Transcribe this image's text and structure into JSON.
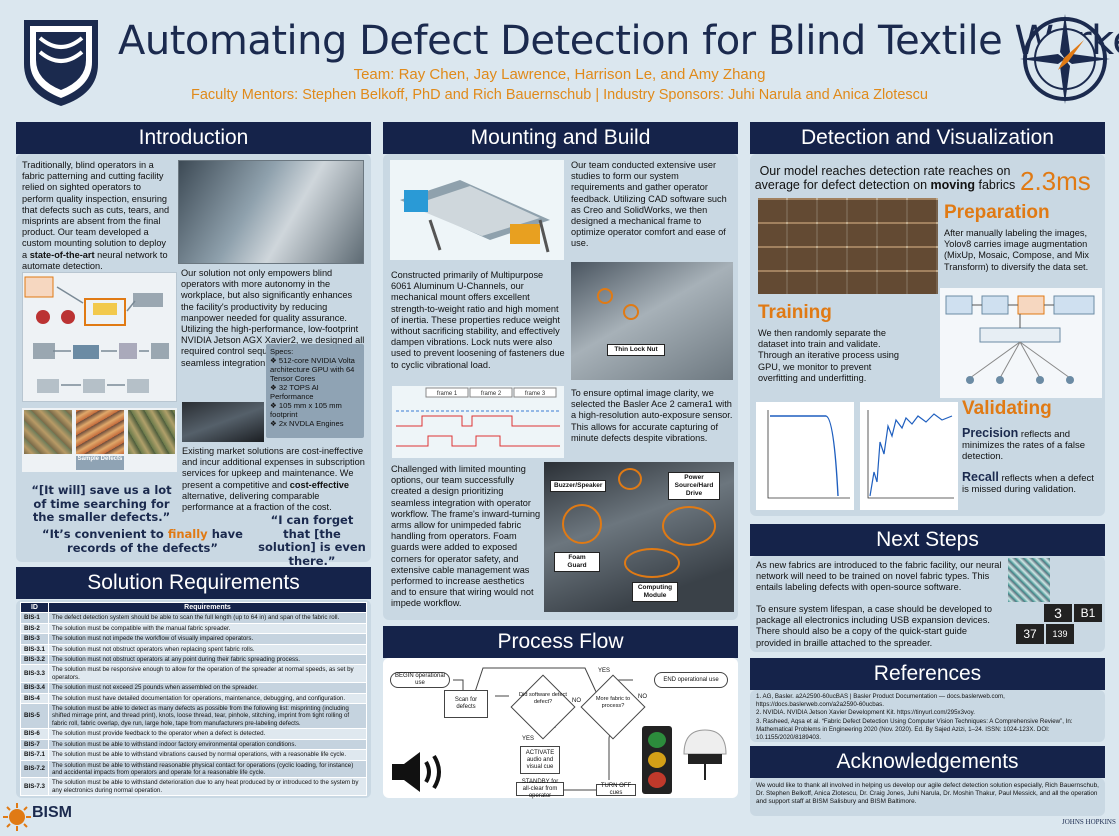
{
  "header": {
    "title": "Automating Defect Detection for Blind Textile Workers",
    "team": "Team: Ray Chen, Jay Lawrence, Harrison Le, and Amy Zhang",
    "mentors": "Faculty Mentors: Stephen Belkoff, PhD and Rich Bauernschub | Industry Sponsors: Juhi Narula and Anica Zlotescu"
  },
  "colors": {
    "navy": "#15234a",
    "accent": "#e07a14",
    "panel": "#c9d8e3",
    "background": "#dbe7ef"
  },
  "intro": {
    "heading": "Introduction",
    "p1": "Traditionally, blind operators in a fabric patterning and cutting facility relied on sighted operators to perform quality inspection, ensuring that defects such as cuts, tears, and misprints are absent from the final product. Our team developed a custom mounting solution to deploy a",
    "p1_bold": "state-of-the-art",
    "p1_end": "neural network to automate detection.",
    "p2": "Our solution not only empowers blind operators with more autonomy in the workplace, but also significantly enhances the facility's productivity by reducing manpower needed for quality assurance. Utilizing the high-performance, low-footprint NVIDIA Jetson AGX Xavier2, we designed all required control sequences to ensure seamless integration and operation.",
    "specs_title": "Specs:",
    "specs": [
      "512-core NVIDIA Volta architecture GPU with 64 Tensor Cores",
      "32 TOPS AI Performance",
      "105 mm x 105 mm footprint",
      "2x NVDLA Engines"
    ],
    "p3_start": "Existing market solutions are cost-ineffective and incur additional expenses in subscription services for upkeep and maintenance. We present a competitive and",
    "p3_bold": "cost-effective",
    "p3_end": "alternative, delivering comparable performance at a fraction of the cost.",
    "sample_label": "Sample Defects",
    "quote1": "“[It will] save us a lot of time searching for the smaller defects.”",
    "quote2_a": "“It’s convenient to",
    "quote2_b": "finally",
    "quote2_c": "have records of the defects”",
    "quote3": "“I can forget that [the solution] is even there.”"
  },
  "requirements": {
    "heading": "Solution Requirements",
    "col_id": "ID",
    "col_req": "Requirements",
    "rows": [
      {
        "id": "BIS-1",
        "text": "The defect detection system should be able to scan the full length (up to 64 in) and span of the fabric roll."
      },
      {
        "id": "BIS-2",
        "text": "The solution must be compatible with the manual fabric spreader."
      },
      {
        "id": "BIS-3",
        "text": "The solution must not impede the workflow of visually impaired operators."
      },
      {
        "id": "BIS-3.1",
        "text": "The solution must not obstruct operators when replacing spent fabric rolls."
      },
      {
        "id": "BIS-3.2",
        "text": "The solution must not obstruct operators at any point during their fabric spreading process."
      },
      {
        "id": "BIS-3.3",
        "text": "The solution must be responsive enough to allow for the operation of the spreader at normal speeds, as set by operators."
      },
      {
        "id": "BIS-3.4",
        "text": "The solution must not exceed 25 pounds when assembled on the spreader."
      },
      {
        "id": "BIS-4",
        "text": "The solution must have detailed documentation for operations, maintenance, debugging, and configuration."
      },
      {
        "id": "BIS-5",
        "text": "The solution must be able to detect as many defects as possible from the following list: misprinting (including shifted mirrage print, and thread print), knots, loose thread, tear, pinhole, stitching, imprint from tight rolling of fabric roll, fabric overlap, dye run, large hole, tape from manufacturers pre-labeling defects."
      },
      {
        "id": "BIS-6",
        "text": "The solution must provide feedback to the operator when a defect is detected."
      },
      {
        "id": "BIS-7",
        "text": "The solution must be able to withstand indoor factory environmental operation conditions."
      },
      {
        "id": "BIS-7.1",
        "text": "The solution must be able to withstand vibrations caused by normal operations, with a reasonable life cycle."
      },
      {
        "id": "BIS-7.2",
        "text": "The solution must be able to withstand reasonable physical contact for operations (cyclic loading, for instance) and accidental impacts from operators and operate for a reasonable life cycle."
      },
      {
        "id": "BIS-7.3",
        "text": "The solution must be able to withstand deterioration due to any heat produced by or introduced to the system by any electronics during normal operation."
      }
    ]
  },
  "mounting": {
    "heading": "Mounting and Build",
    "p1": "Our team conducted extensive user studies to form our system requirements and gather operator feedback. Utilizing CAD software such as Creo and SolidWorks, we then designed a mechanical frame to optimize operator comfort and ease of use.",
    "p2": "Constructed primarily of Multipurpose 6061 Aluminum U-Channels, our mechanical mount offers excellent strength-to-weight ratio and high moment of inertia. These properties reduce weight without sacrificing stability, and effectively dampen vibrations. Lock nuts were also used to prevent loosening of fasteners due to cyclic vibrational load.",
    "lock_label": "Thin Lock Nut",
    "p3": "To ensure optimal image clarity, we selected the Basler Ace 2 camera1 with a high-resolution auto-exposure sensor. This allows for accurate capturing of minute defects despite vibrations.",
    "timing_labels": [
      "frame 1",
      "frame 2",
      "frame 3"
    ],
    "p4": "Challenged with limited mounting options, our team successfully created a design prioritizing seamless integration with operator workflow. The frame's inward-turning arms allow for unimpeded fabric handling from operators. Foam guards were added to exposed corners for operator safety, and extensive cable management was performed to increase aesthetics and to ensure that wiring would not impede workflow.",
    "callouts": [
      "Buzzer/Speaker",
      "Power Source/Hard Drive",
      "Foam Guard",
      "Computing Module"
    ]
  },
  "process": {
    "heading": "Process Flow",
    "begin": "BEGIN operational use",
    "end": "END operational use",
    "scan": "Scan for defects",
    "detect": "Did software detect defect?",
    "more": "More fabric to process?",
    "activate": "ACTIVATE audio and visual cue",
    "standby": "STANDBY for all-clear from operator",
    "turnoff": "TURN OFF cues",
    "yes": "YES",
    "no": "NO"
  },
  "detection": {
    "heading": "Detection and Visualization",
    "rate_text_a": "Our model reaches detection rate reaches on average for defect detection on",
    "rate_bold": "moving",
    "rate_text_b": "fabrics",
    "rate_value": "2.3ms",
    "prep_title": "Preparation",
    "prep_text": "After manually labeling the images, Yolov8 carries image augmentation (MixUp, Mosaic, Compose, and Mix Transform) to diversify the data set.",
    "train_title": "Training",
    "train_text": "We then randomly separate the dataset into train and validate. Through an iterative process using GPU, we monitor to prevent overfitting and underfitting.",
    "valid_title": "Validating",
    "precision_bold": "Precision",
    "precision_text": "reflects and minimizes the rates of a false detection.",
    "recall_bold": "Recall",
    "recall_text": "reflects when a defect is missed during validation."
  },
  "next": {
    "heading": "Next Steps",
    "p1": "As new fabrics are introduced to the fabric facility, our neural network will need to be trained on novel fabric types. This entails labeling defects with open-source software.",
    "p2": "To ensure system lifespan, a case should be developed to package all electronics including USB expansion devices. There should also be a copy of the quick-start guide provided in braille attached to the spreader.",
    "braille_labels": [
      "3",
      "B1",
      "37",
      "139"
    ]
  },
  "references": {
    "heading": "References",
    "items": [
      "1.   AG, Basler. a2A2590-60ucBAS | Basler Product Documentation — docs.baslerweb.com, https://docs.baslerweb.com/a2a2590-60ucbas.",
      "2.   NVIDIA. NVIDIA Jetson Xavier Development Kit. https://tinyurl.com/295x3voy.",
      "3.   Rasheed, Aqsa et al. “Fabric Defect Detection Using Computer Vision Techniques: A Comprehensive Review”, In: Mathematical Problems in Engineering 2020 (Nov. 2020). Ed. By Sajed Azizi, 1–24. ISSN: 1024-123X. DOI: 10.1155/2020/8189403."
    ]
  },
  "ack": {
    "heading": "Acknowledgements",
    "text": "We would like to thank all involved in helping us develop our agile defect detection solution especially, Rich Bauernschub, Dr. Stephen Belkoff, Anica Zlotescu, Dr. Craig Jones, Juhi Narula, Dr. Moshin Thakur, Paul Messick, and all the operation and support staff at BISM Salisbury and BISM Baltimore."
  },
  "footer": {
    "bism": "BISM",
    "jhu": "JOHNS HOPKINS"
  }
}
